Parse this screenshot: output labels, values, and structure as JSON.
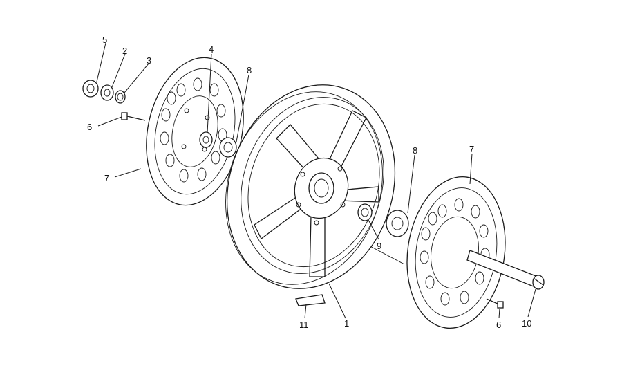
{
  "labels": {
    "l1": "1",
    "l2": "2",
    "l3": "3",
    "l4": "4",
    "l5": "5",
    "l6a": "6",
    "l6b": "6",
    "l7a": "7",
    "l7b": "7",
    "l8a": "8",
    "l8b": "8",
    "l9": "9",
    "l10": "10",
    "l11": "11"
  }
}
